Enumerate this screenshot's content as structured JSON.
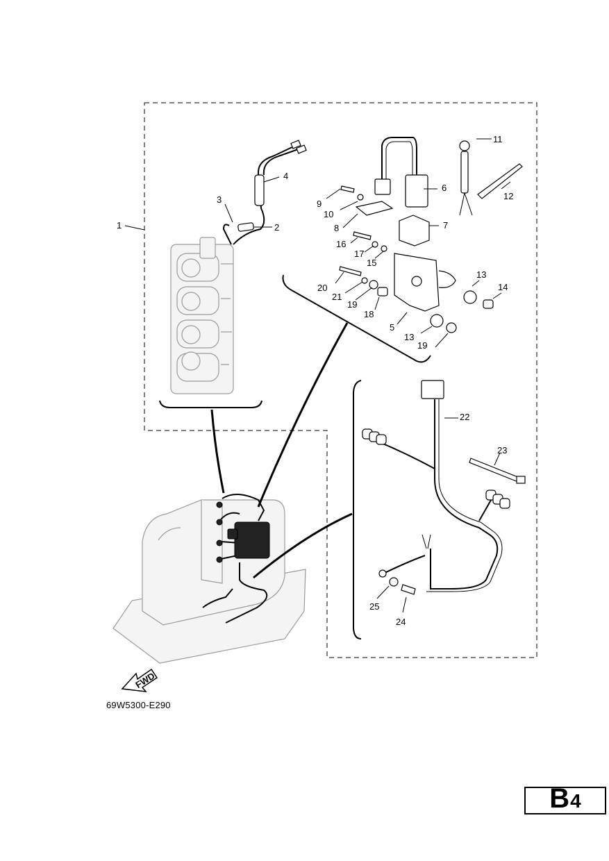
{
  "callouts": [
    {
      "id": "c1",
      "label": "1"
    },
    {
      "id": "c2",
      "label": "2"
    },
    {
      "id": "c3",
      "label": "3"
    },
    {
      "id": "c4",
      "label": "4"
    },
    {
      "id": "c5",
      "label": "5"
    },
    {
      "id": "c6",
      "label": "6"
    },
    {
      "id": "c7",
      "label": "7"
    },
    {
      "id": "c8",
      "label": "8"
    },
    {
      "id": "c9",
      "label": "9"
    },
    {
      "id": "c10",
      "label": "10"
    },
    {
      "id": "c11",
      "label": "11"
    },
    {
      "id": "c12",
      "label": "12"
    },
    {
      "id": "c13a",
      "label": "13"
    },
    {
      "id": "c13b",
      "label": "13"
    },
    {
      "id": "c14",
      "label": "14"
    },
    {
      "id": "c15",
      "label": "15"
    },
    {
      "id": "c16",
      "label": "16"
    },
    {
      "id": "c17",
      "label": "17"
    },
    {
      "id": "c18",
      "label": "18"
    },
    {
      "id": "c19a",
      "label": "19"
    },
    {
      "id": "c19b",
      "label": "19"
    },
    {
      "id": "c20",
      "label": "20"
    },
    {
      "id": "c21",
      "label": "21"
    },
    {
      "id": "c22",
      "label": "22"
    },
    {
      "id": "c23",
      "label": "23"
    },
    {
      "id": "c24",
      "label": "24"
    },
    {
      "id": "c25",
      "label": "25"
    }
  ],
  "fwd_label": "FWD",
  "reference_code": "69W5300-E290",
  "section": {
    "letter": "B",
    "number": "4"
  }
}
